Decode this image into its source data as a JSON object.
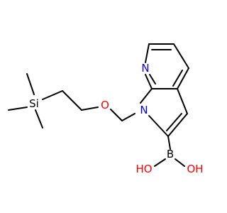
{
  "atoms": {
    "n_pyridine": {
      "text": "N",
      "color": "#0000ff"
    },
    "n_pyrrole": {
      "text": "N",
      "color": "#0000ff"
    },
    "o_ether": {
      "text": "O",
      "color": "#ff0000"
    },
    "si": {
      "text": "Si",
      "color": "#000000"
    },
    "boron": {
      "text": "B",
      "color": "#000000"
    },
    "oh_left": {
      "text": "HO",
      "color": "#ff0000"
    },
    "oh_right": {
      "text": "OH",
      "color": "#ff0000"
    }
  },
  "colors": {
    "bond": "#000000",
    "nitrogen": "#0000ff",
    "oxygen": "#ff0000",
    "background": "#ffffff"
  }
}
